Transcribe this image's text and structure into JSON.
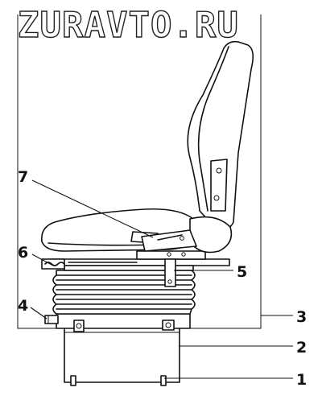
{
  "watermark": "ZURAVTO.RU",
  "callouts": [
    {
      "id": "1",
      "label": "1"
    },
    {
      "id": "2",
      "label": "2"
    },
    {
      "id": "3",
      "label": "3"
    },
    {
      "id": "4",
      "label": "4"
    },
    {
      "id": "5",
      "label": "5"
    },
    {
      "id": "6",
      "label": "6"
    },
    {
      "id": "7",
      "label": "7"
    }
  ],
  "colors": {
    "line": "#111111",
    "background": "#ffffff"
  }
}
